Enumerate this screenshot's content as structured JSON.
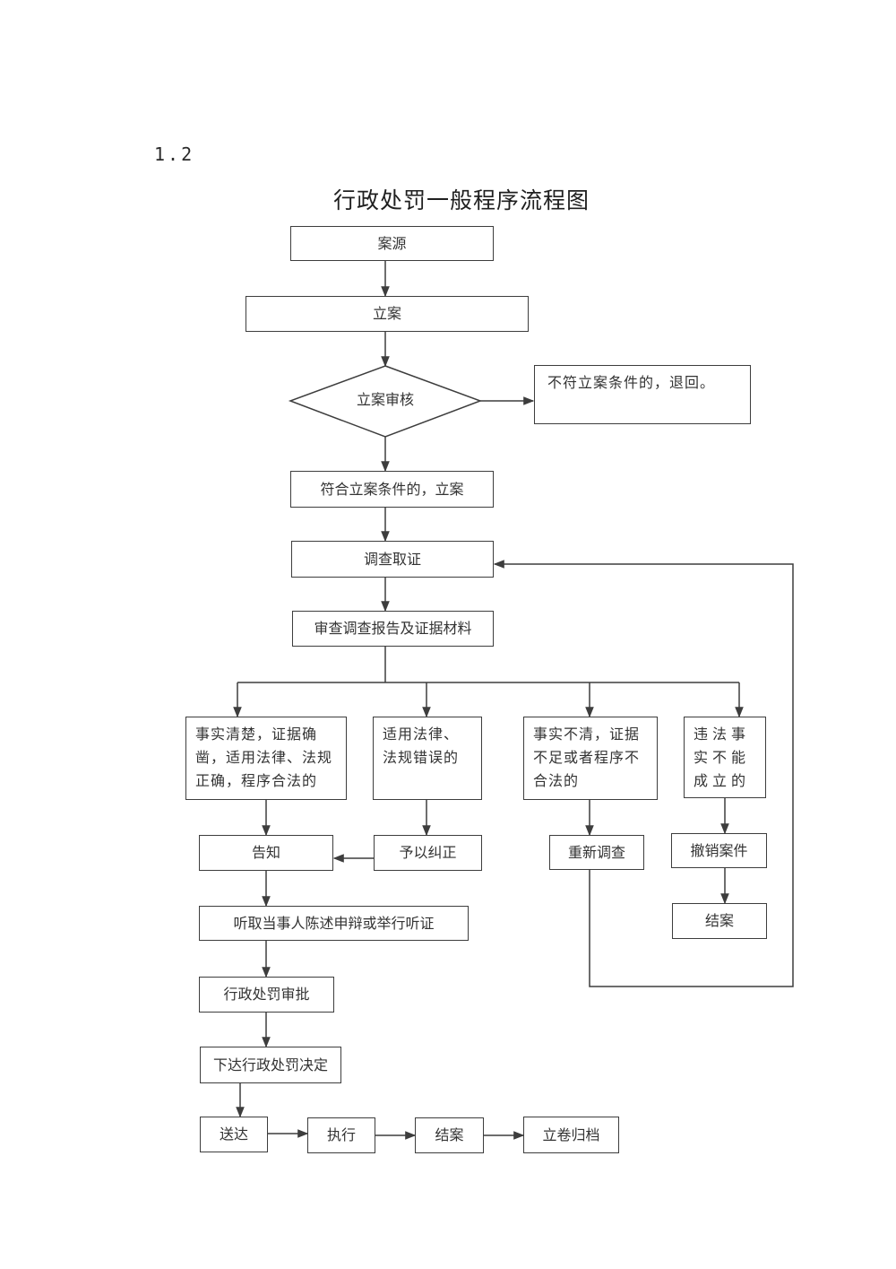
{
  "section_number": "1.2",
  "title": "行政处罚一般程序流程图",
  "nodes": {
    "case_source": "案源",
    "register": "立案",
    "register_review": "立案审核",
    "reject": "不符立案条件的，退回。",
    "accept": "符合立案条件的，立案",
    "investigate": "调查取证",
    "examine_report": "审查调查报告及证据材料",
    "branch_clear": "事实清楚，证据确凿，适用法律、法规正确，程序合法的",
    "branch_law_error": "适用法律、法规错误的",
    "branch_unclear": "事实不清，证据不足或者程序不合法的",
    "branch_not_established": "违法事实不能成立的",
    "notify": "告知",
    "correct": "予以纠正",
    "reinvestigate": "重新调查",
    "revoke_case": "撤销案件",
    "close_case_branch": "结案",
    "hearing": "听取当事人陈述申辩或举行听证",
    "approval": "行政处罚审批",
    "decision": "下达行政处罚决定",
    "deliver": "送达",
    "execute": "执行",
    "close_case": "结案",
    "archive": "立卷归档"
  }
}
